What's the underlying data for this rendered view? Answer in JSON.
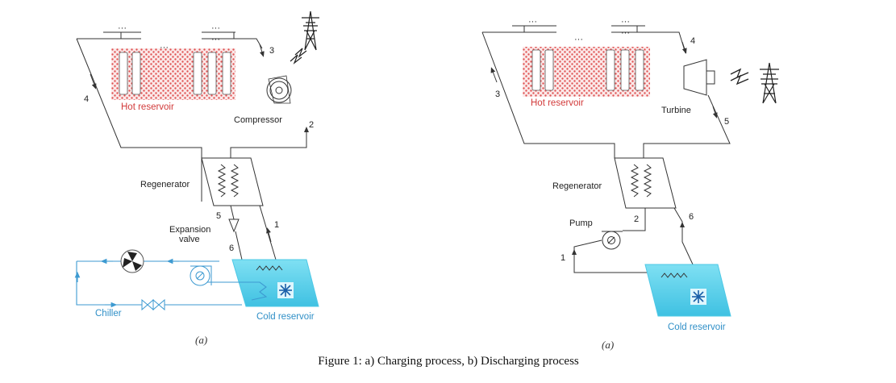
{
  "figure": {
    "caption": "Figure 1: a) Charging process, b) Discharging process"
  },
  "panel_a": {
    "sublabel": "(a)",
    "hot_reservoir": "Hot reservoir",
    "compressor": "Compressor",
    "regenerator": "Regenerator",
    "expansion_valve_line1": "Expansion",
    "expansion_valve_line2": "valve",
    "chiller": "Chiller",
    "cold_reservoir": "Cold reservoir",
    "state_points": [
      "1",
      "2",
      "3",
      "4",
      "5",
      "6"
    ],
    "dots": "···",
    "colors": {
      "hot": "#d23a3a",
      "cold": "#4dc8e6",
      "chiller": "#3d9ad1"
    }
  },
  "panel_b": {
    "sublabel": "(a)",
    "hot_reservoir": "Hot reservoir",
    "turbine": "Turbine",
    "regenerator": "Regenerator",
    "pump": "Pump",
    "cold_reservoir": "Cold reservoir",
    "state_points": [
      "1",
      "2",
      "3",
      "4",
      "5",
      "6"
    ],
    "dots": "···"
  },
  "icons": [
    "pylon-icon",
    "lightning-icon",
    "fan-icon",
    "snowflake-icon",
    "valve-icon",
    "pump-icon"
  ]
}
